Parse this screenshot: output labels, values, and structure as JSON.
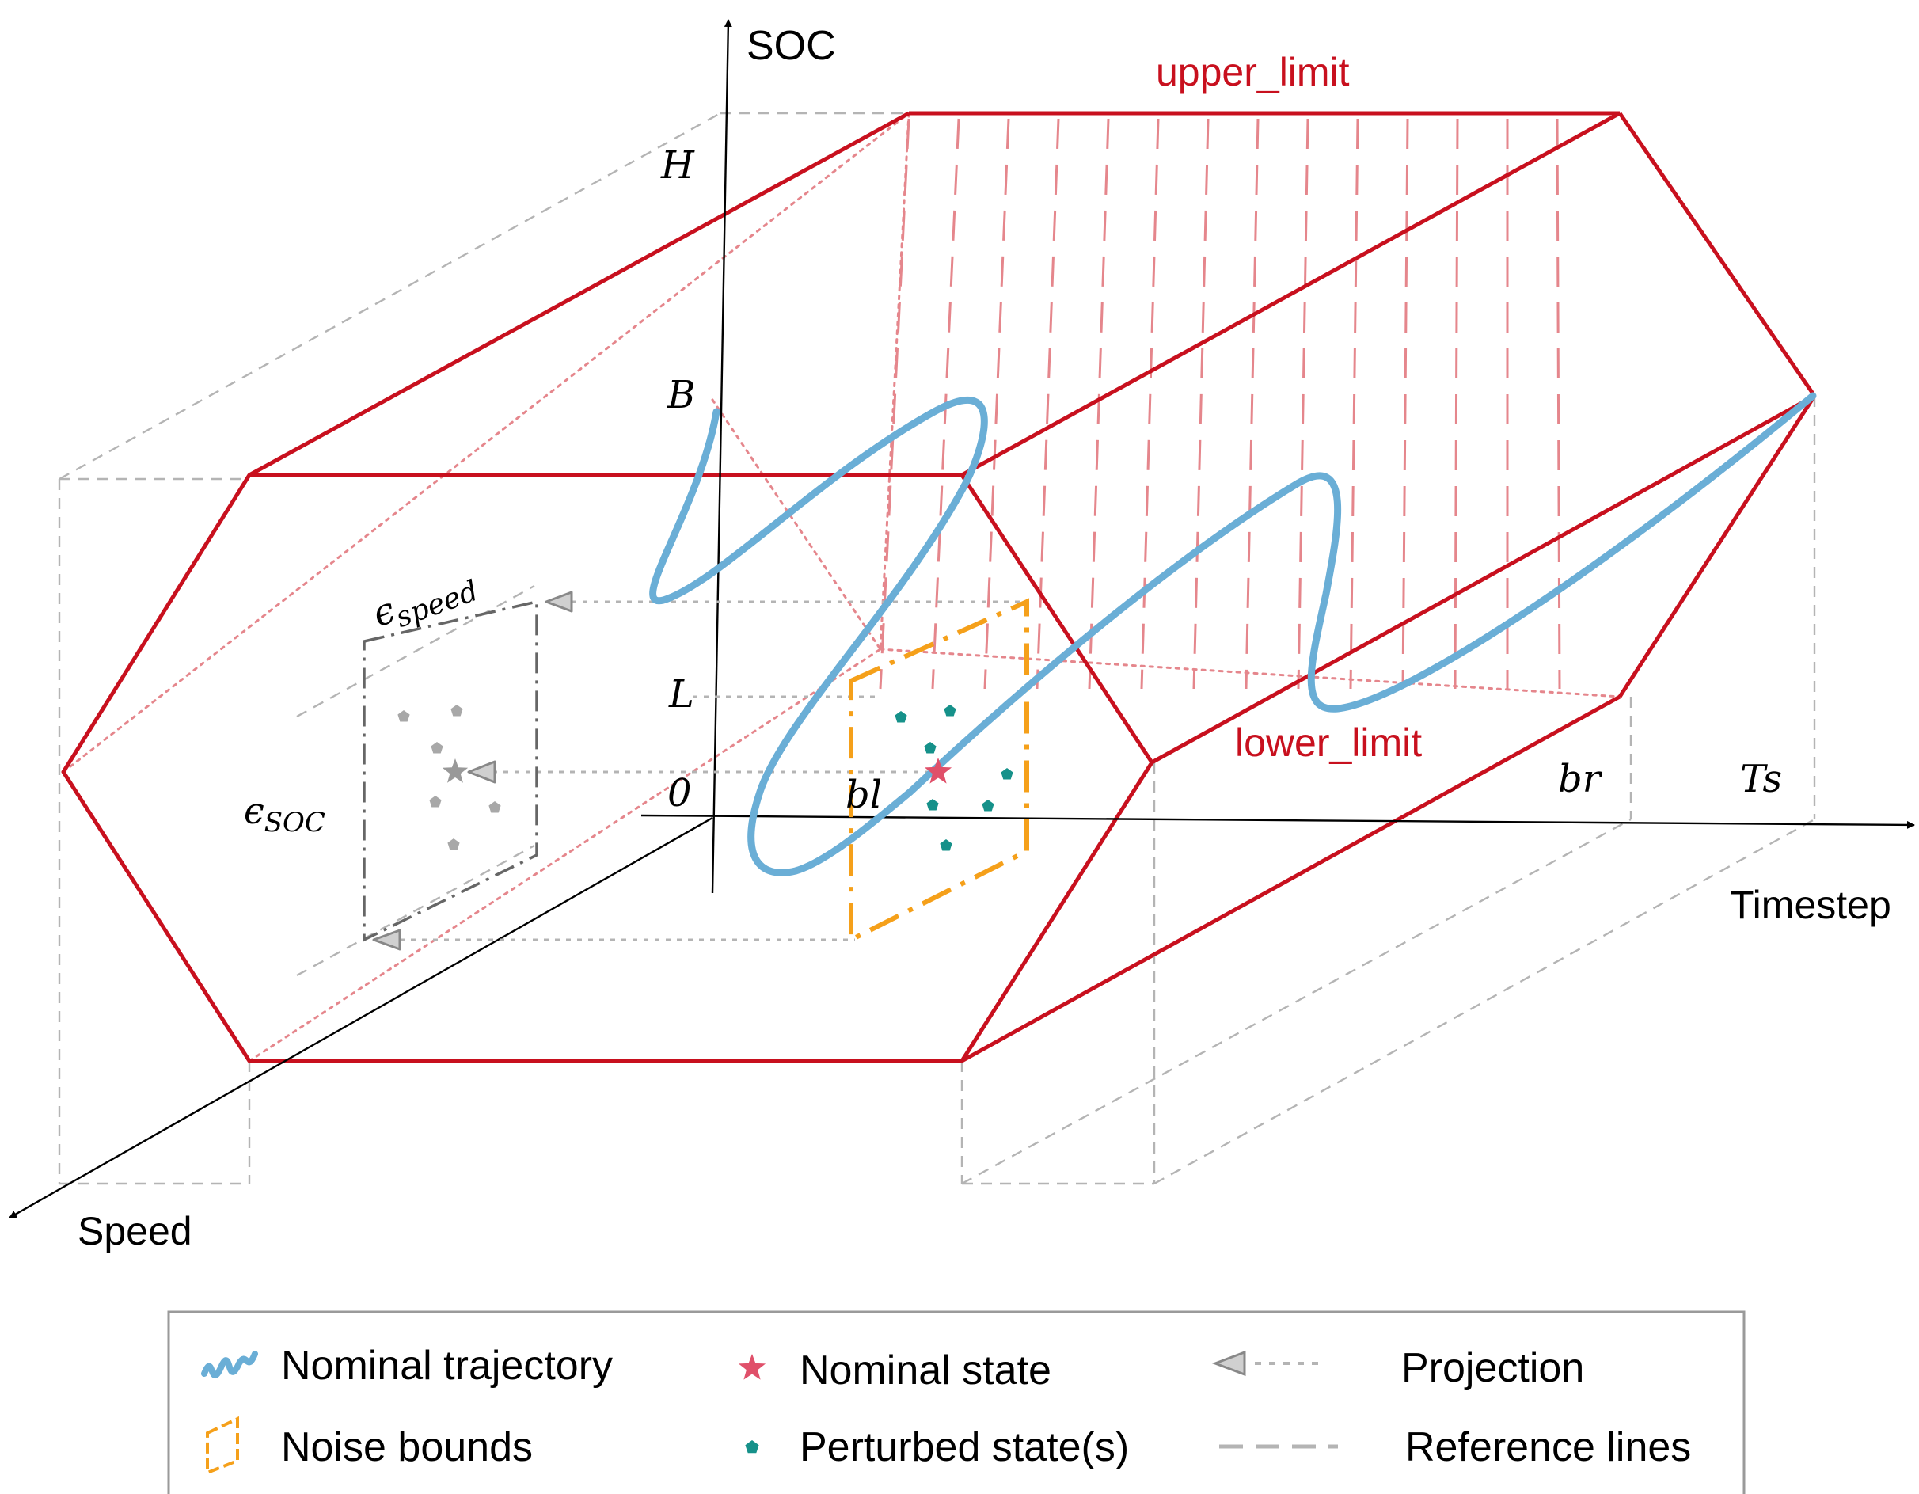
{
  "axes": {
    "soc": "SOC",
    "timestep": "Timestep",
    "speed": "Speed"
  },
  "soc_ticks": {
    "h": "H",
    "b": "B",
    "l": "L",
    "zero": "0"
  },
  "time_ticks": {
    "bl": "bl",
    "br": "br",
    "ts": "Ts"
  },
  "limits": {
    "upper": "upper_limit",
    "lower": "lower_limit"
  },
  "eps": {
    "speed_base": "ϵ",
    "speed_sub": "speed",
    "soc_base": "ϵ",
    "soc_sub": "SOC"
  },
  "legend": {
    "nominal_trajectory": "Nominal trajectory",
    "noise_bounds": "Noise bounds",
    "nominal_state": "Nominal state",
    "perturbed_states": "Perturbed state(s)",
    "projection": "Projection",
    "reference_lines": "Reference lines"
  },
  "colors": {
    "boundary": "#c8101e",
    "boundary_light": "#e5868c",
    "trajectory": "#6aaed6",
    "noise": "#f5a01a",
    "nominal_state": "#e0506a",
    "perturbed": "#16918a",
    "reference": "#b4b4b4",
    "axis": "#000000"
  }
}
